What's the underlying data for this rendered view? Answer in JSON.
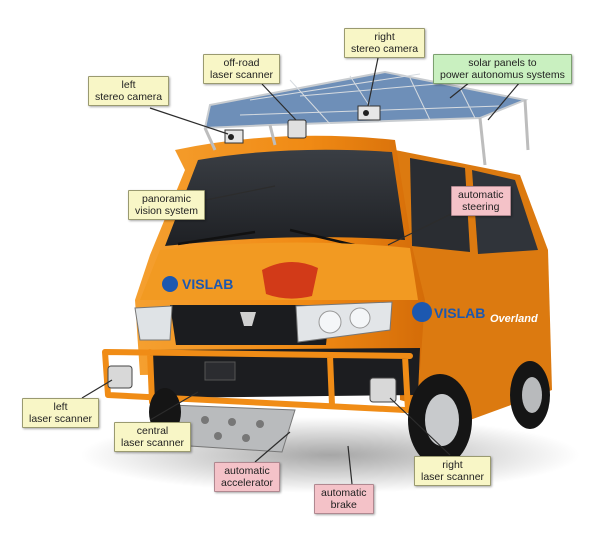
{
  "colors": {
    "sensor_callout": "#f8f6c6",
    "solar_callout": "#c9f0c0",
    "actuator_callout": "#f4c2c8",
    "van_body": "#f08c16",
    "solar_panel": "#6e8fb8"
  },
  "illustration": {
    "van_logos": [
      "VISLAB",
      "VISLAB",
      "Overland"
    ]
  },
  "labels": {
    "right_stereo_camera": [
      "right",
      "stereo camera"
    ],
    "offroad_laser_scanner": [
      "off-road",
      "laser scanner"
    ],
    "left_stereo_camera": [
      "left",
      "stereo camera"
    ],
    "solar_panels": [
      "solar panels to",
      "power autonomus systems"
    ],
    "panoramic_vision": [
      "panoramic",
      "vision system"
    ],
    "automatic_steering": [
      "automatic",
      "steering"
    ],
    "left_laser_scanner": [
      "left",
      "laser scanner"
    ],
    "central_laser_scanner": [
      "central",
      "laser scanner"
    ],
    "automatic_accelerator": [
      "automatic",
      "accelerator"
    ],
    "automatic_brake": [
      "automatic",
      "brake"
    ],
    "right_laser_scanner": [
      "right",
      "laser scanner"
    ]
  }
}
